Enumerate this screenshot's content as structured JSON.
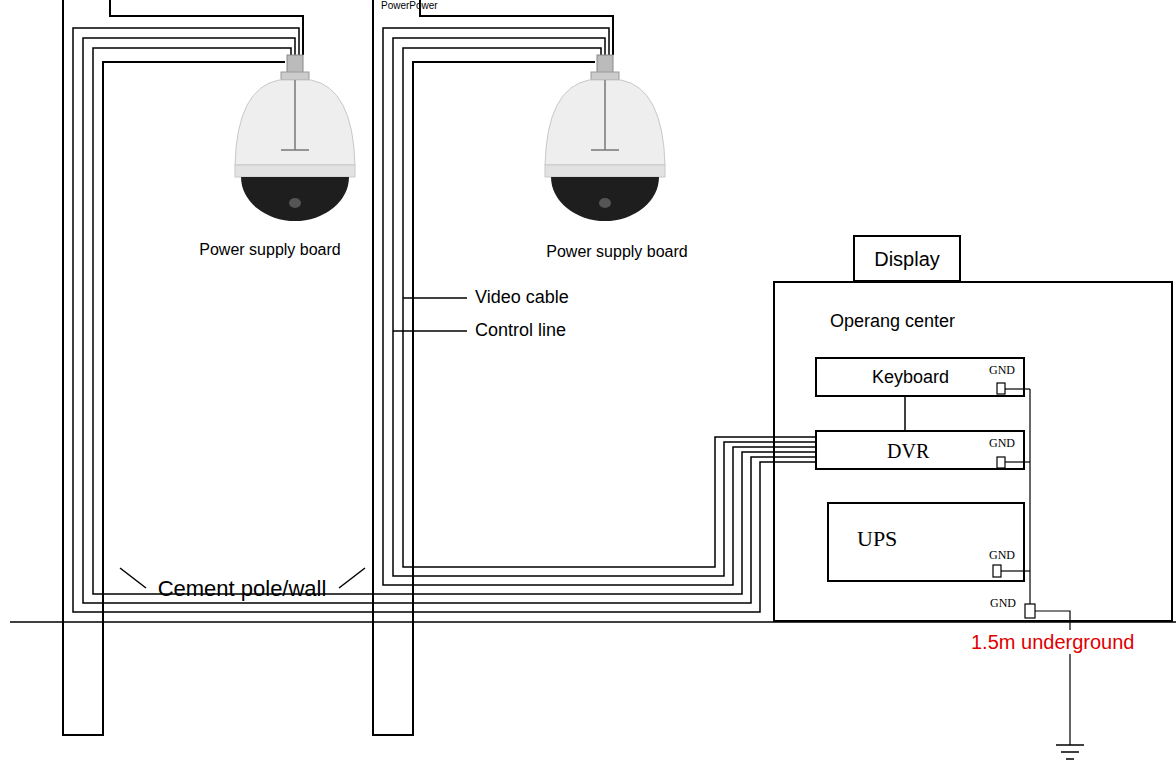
{
  "diagram": {
    "nodes": [
      {
        "text": [
          "Display"
        ]
      },
      {
        "text": [
          "Operang center"
        ]
      },
      {
        "text": [
          "Keyboard",
          "GND"
        ],
        "in": 1
      },
      {
        "text": [
          "DVR",
          "GND"
        ],
        "in": 1
      },
      {
        "text": [
          "UPS",
          "GND"
        ],
        "in": 1
      }
    ],
    "edges": [
      {
        "from": 2,
        "to": 3,
        "arrow": "none"
      }
    ],
    "labels": [
      "PowerPower",
      "Power supply board",
      "Power supply board",
      "Video cable",
      "Control line",
      "Cement pole/wall",
      "GND",
      "1.5m underground"
    ]
  }
}
